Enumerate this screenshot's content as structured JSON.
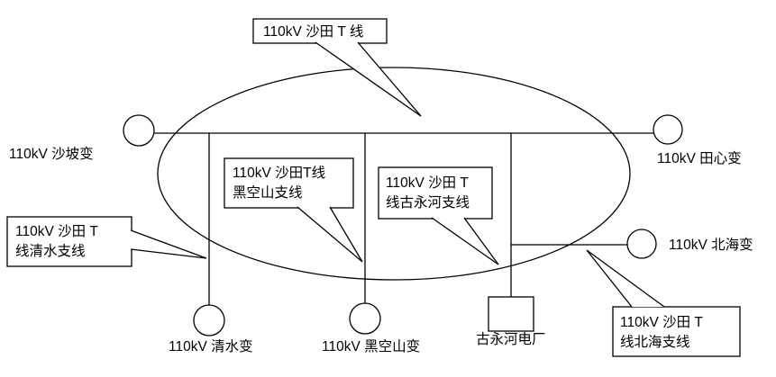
{
  "callouts": {
    "main": "110kV 沙田 T 线",
    "qingshui": {
      "line1": "110kV 沙田 T",
      "line2": "线清水支线"
    },
    "heikongshan": {
      "line1": "110kV 沙田T线",
      "line2": "黑空山支线"
    },
    "guyonghe": {
      "line1": "110kV  沙田  T",
      "line2": "线古永河支线"
    },
    "beihai": {
      "line1": "110kV  沙田  T",
      "line2": "线北海支线"
    }
  },
  "nodes": {
    "shapo": "110kV 沙坡变",
    "tianxin": "110kV 田心变",
    "beihai": "110kV 北海变",
    "qingshui": "110kV 清水变",
    "heikongshan": "110kV 黑空山变",
    "guyonghe": "古永河电厂"
  }
}
